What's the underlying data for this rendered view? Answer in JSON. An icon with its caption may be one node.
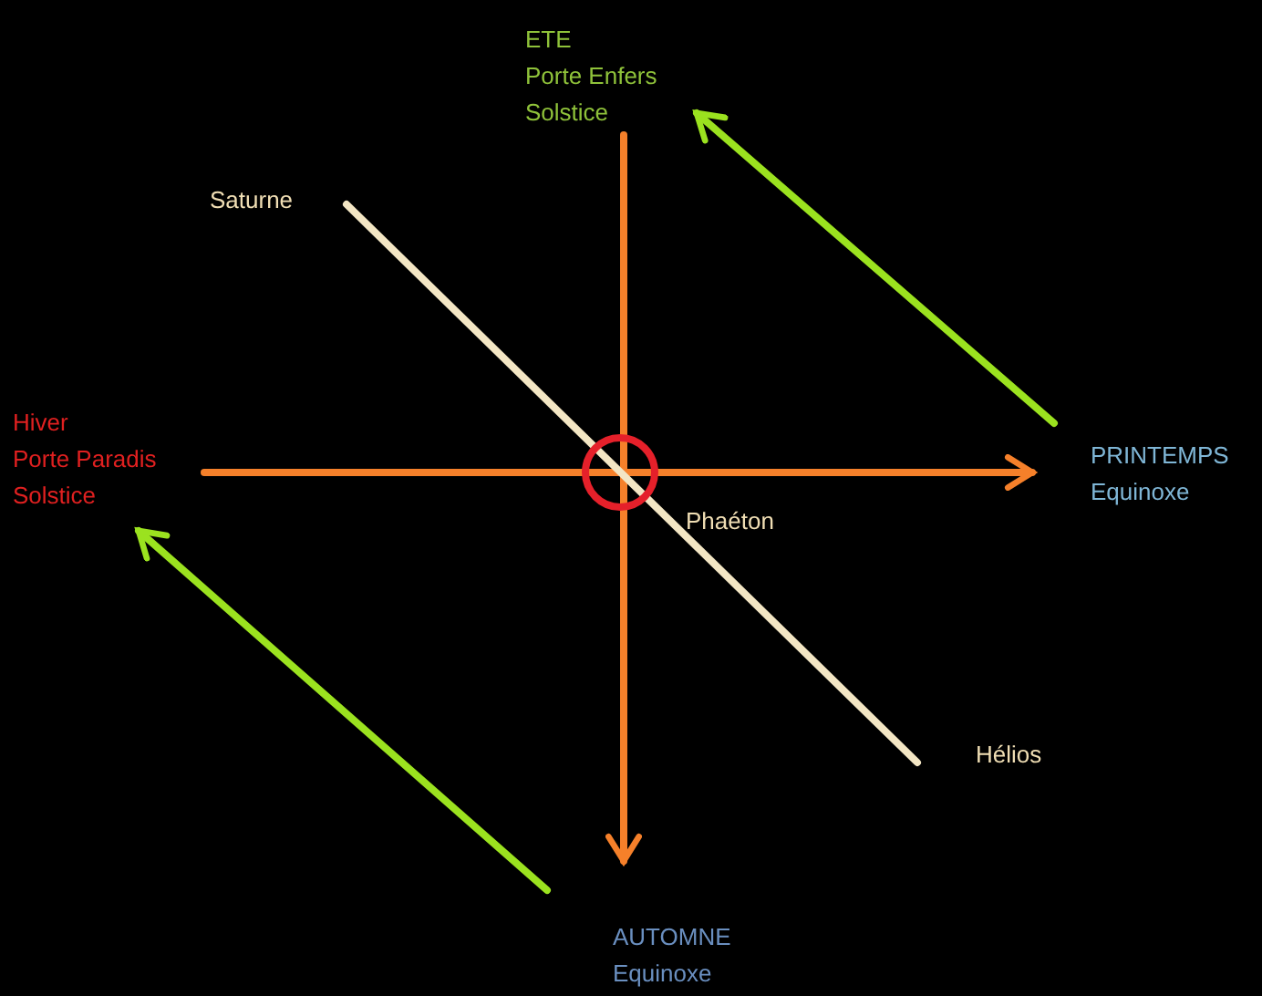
{
  "diagram": {
    "nodes": [
      {
        "text": [
          "ETE",
          "Porte Enfers",
          "Solstice"
        ]
      },
      {
        "text": [
          "Saturne"
        ]
      },
      {
        "text": [
          "Hiver",
          "Porte Paradis",
          "Solstice"
        ]
      },
      {
        "text": [
          "PRINTEMPS",
          "Equinoxe"
        ]
      },
      {
        "text": [
          "Hélios"
        ]
      },
      {
        "text": [
          "AUTOMNE",
          "Equinoxe"
        ]
      }
    ],
    "edges": [
      {
        "from": 0,
        "to": 5,
        "arrow": "to",
        "color": "#f5802a"
      },
      {
        "from": 2,
        "to": 3,
        "arrow": "to",
        "color": "#f5802a"
      },
      {
        "from": 1,
        "to": 4,
        "arrow": "none",
        "color": "#f3e6c4"
      },
      {
        "from": 3,
        "to": 0,
        "arrow": "to",
        "color": "#9be21f"
      },
      {
        "from": 5,
        "to": 2,
        "arrow": "to",
        "color": "#9be21f"
      }
    ],
    "labels": [
      "Phaéton"
    ]
  }
}
